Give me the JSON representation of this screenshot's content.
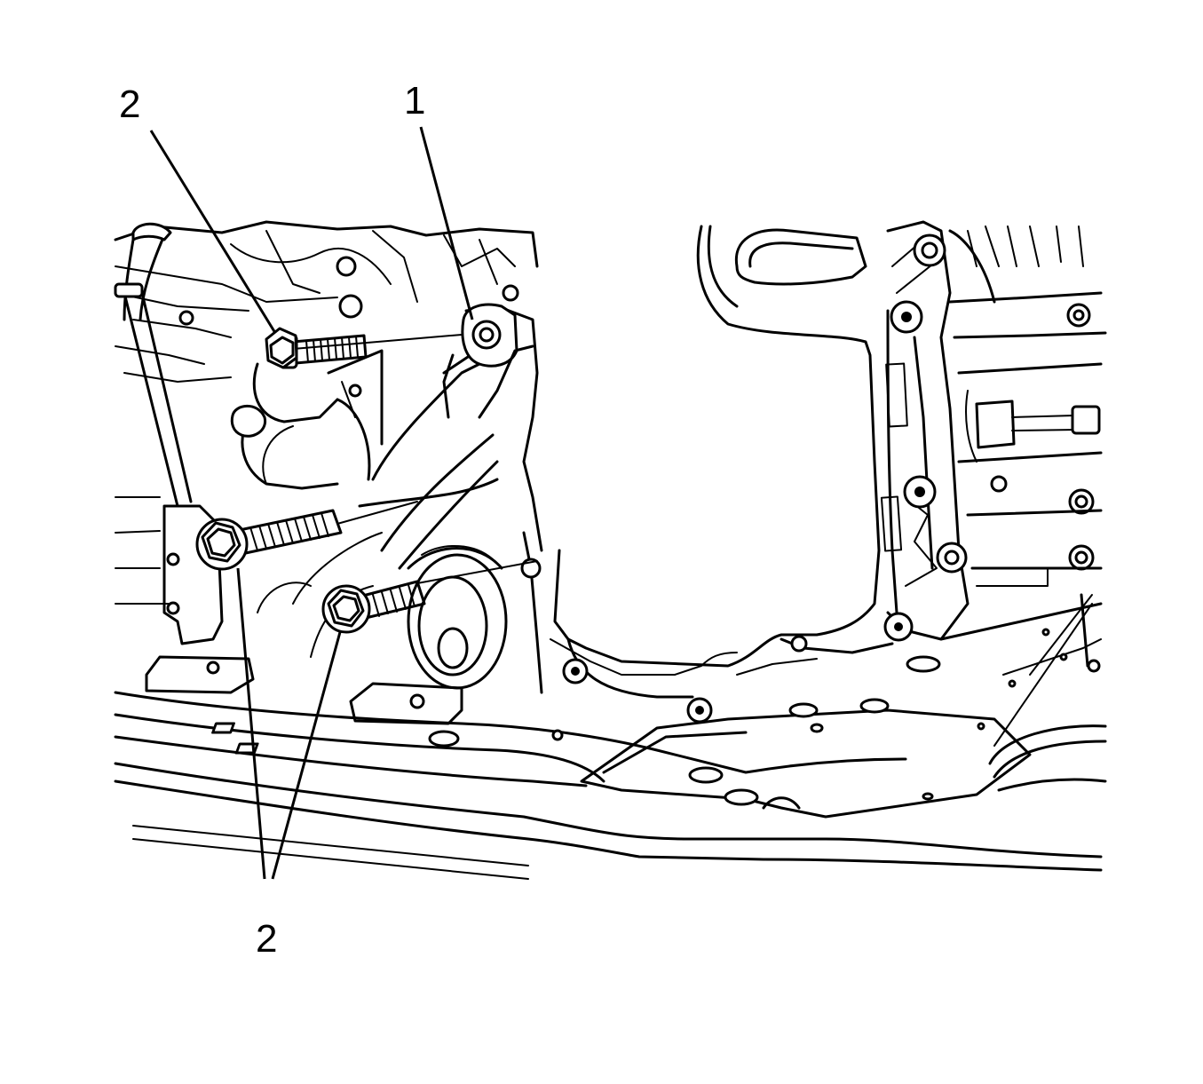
{
  "callouts": {
    "one": {
      "text": "1"
    },
    "two_top": {
      "text": "2"
    },
    "two_bottom": {
      "text": "2"
    }
  }
}
